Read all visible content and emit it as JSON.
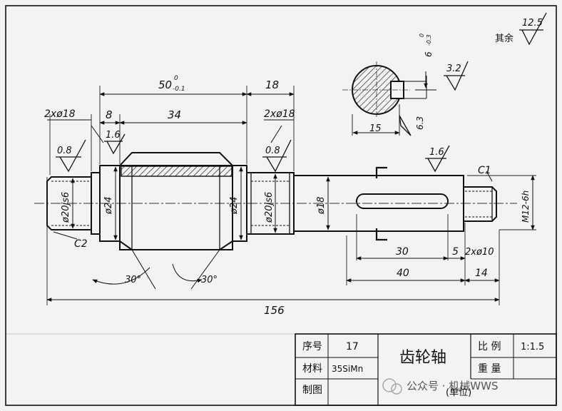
{
  "dims": {
    "overall": "156",
    "length_50": "50",
    "length_50_tol_upper": "0",
    "length_50_tol_lower": "-0.1",
    "length_18": "18",
    "length_8": "8",
    "length_34": "34",
    "left_bearing": "2xø18",
    "right_bearing": "2xø18",
    "journal_left": "ø20js6",
    "journal_right": "ø20js6",
    "shoulder_left": "ø24",
    "shoulder_right": "ø24",
    "shaft_dia": "ø18",
    "thread": "M12-6h",
    "key_length": "30",
    "key_offset": "5",
    "end_groove": "2xø10",
    "len_40": "40",
    "len_14": "14",
    "chamfer_c1": "C1",
    "chamfer_c2": "C2",
    "angle_left": "30°",
    "angle_right": "30°",
    "section_width": "15",
    "section_depth": "6.3",
    "keyway_depth": "6",
    "keyway_depth_tol_upper": "0",
    "keyway_depth_tol_lower": "-0.3",
    "rough_left": "0.8",
    "rough_gear": "1.6",
    "rough_right_journal": "0.8",
    "rough_shaft": "1.6",
    "rough_keyway": "3.2",
    "rough_general": "12.5",
    "rough_general_label": "其余"
  },
  "title_block": {
    "seq_label": "序号",
    "seq_value": "17",
    "material_label": "材料",
    "material_value": "35SiMn",
    "drawn_label": "制图",
    "name": "齿轮轴",
    "scale_label": "比 例",
    "scale_value": "1:1.5",
    "weight_label": "重 量",
    "unit_label": "(单位)"
  },
  "watermark": "公众号 · 机械WWS"
}
